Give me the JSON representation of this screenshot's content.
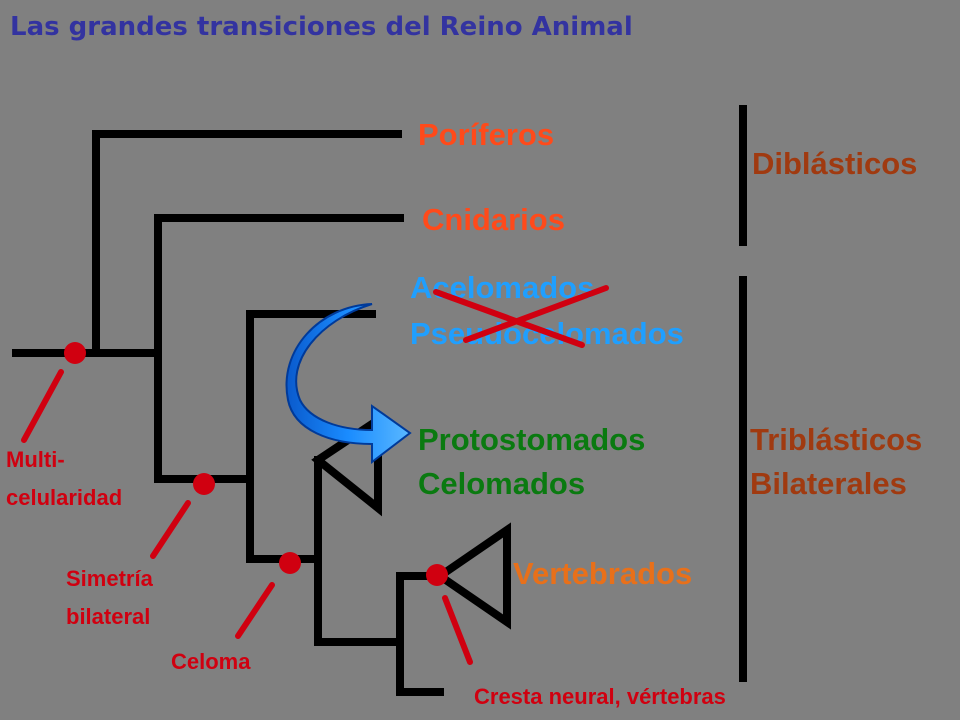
{
  "title": "Las grandes transiciones del Reino Animal",
  "taxa": {
    "poriferos": "Poríferos",
    "cnidarios": "Cnidarios",
    "acelomados": "Acelomados",
    "pseudocelomados": "Pseudocelomados",
    "protostomados": "Protostomados",
    "celomados": "Celomados",
    "vertebrados": "Vertebrados"
  },
  "groups": {
    "diblasticos": "Diblásticos",
    "triblasticos": "Triblásticos",
    "bilaterales": "Bilaterales"
  },
  "traits": {
    "multi_1": "Multi-",
    "multi_2": "celularidad",
    "simetria_1": "Simetría",
    "simetria_2": "bilateral",
    "celoma": "Celoma",
    "cresta": "Cresta neural, vértebras"
  },
  "colors": {
    "background": "#808080",
    "title": "#3333a0",
    "basal_taxa": "#ff4a1a",
    "acoelomate_taxa": "#1f9fff",
    "coelomate_taxa": "#0a7a10",
    "vertebrates": "#e8701a",
    "group_labels": "#a03a10",
    "trait_markers": "#d00010",
    "tree_lines": "#000000",
    "arrow_fill": "#1a8cff"
  },
  "icons": {
    "crossed_out": "red-x-cross-icon",
    "transition": "blue-curved-arrow-icon"
  }
}
